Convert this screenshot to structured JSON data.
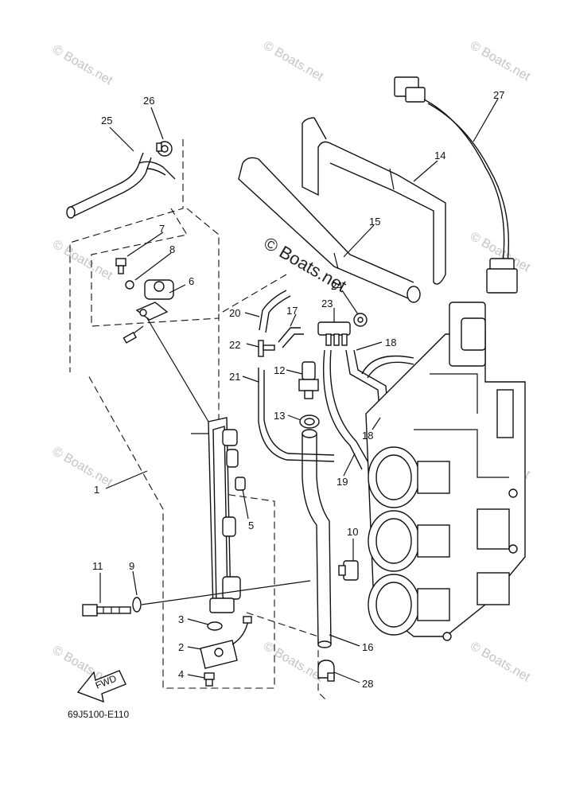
{
  "diagram": {
    "drawing_code": "69J5100-E110",
    "fwd_label": "FWD",
    "copyright_watermark": "© Boats.net",
    "watermark_text": "© Boats.net",
    "callouts": {
      "c1": "1",
      "c2": "2",
      "c3": "3",
      "c4": "4",
      "c5": "5",
      "c6": "6",
      "c7": "7",
      "c8": "8",
      "c9": "9",
      "c10": "10",
      "c11": "11",
      "c12": "12",
      "c13": "13",
      "c14": "14",
      "c15": "15",
      "c16": "16",
      "c17": "17",
      "c18a": "18",
      "c18b": "18",
      "c19": "19",
      "c20": "20",
      "c21": "21",
      "c22": "22",
      "c23": "23",
      "c24": "24",
      "c25": "25",
      "c26": "26",
      "c27": "27",
      "c28": "28"
    }
  }
}
